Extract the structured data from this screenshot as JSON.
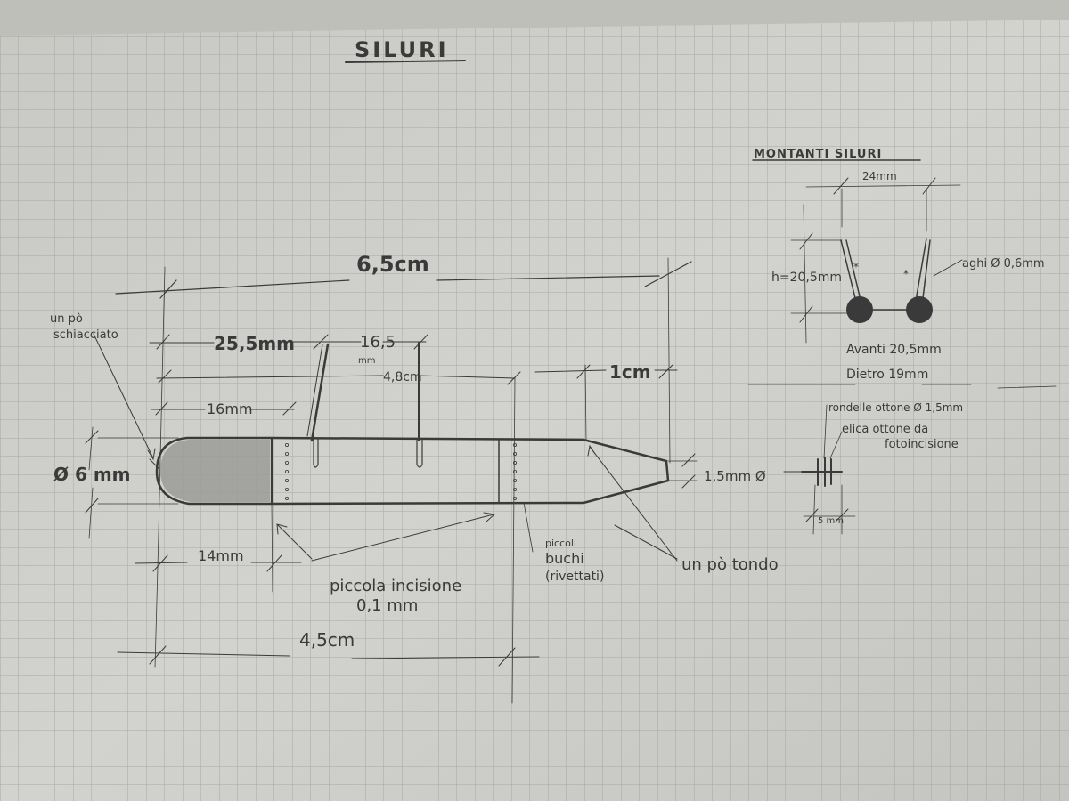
{
  "title": "SILURI",
  "torpedo": {
    "overall_length": "6,5cm",
    "length_to_fin1": "25,5mm",
    "fin_spacing": "16,5",
    "fin_spacing_unit": "mm",
    "cutout_length": "4,8cm",
    "tail_cone": "1cm",
    "nose_section": "16mm",
    "diameter": "Ø 6 mm",
    "tail_diameter": "1,5mm Ø",
    "nose_note_line1": "un pò",
    "nose_note_line2": "schiacciato",
    "lower_nose": "14mm",
    "lower_total": "4,5cm",
    "incision_line1": "piccola incisione",
    "incision_line2": "0,1 mm",
    "holes_line1": "piccoli",
    "holes_line2": "buchi",
    "holes_line3": "(rivettati)",
    "rounded_note": "un pò tondo"
  },
  "mounts": {
    "title": "MONTANTI SILURI",
    "spacing": "24mm",
    "height": "h=20,5mm",
    "needles": "aghi Ø 0,6mm",
    "front": "Avanti 20,5mm",
    "rear": "Dietro 19mm"
  },
  "propeller": {
    "washers": "rondelle ottone Ø 1,5mm",
    "prop_line1": "elica ottone da",
    "prop_line2": "fotoincisione",
    "length": "5 mm"
  },
  "colors": {
    "paper": "#cfcfcb",
    "grid": "#9a9a96",
    "pencil": "#3a3a3a",
    "shade": "#9b9b98"
  }
}
